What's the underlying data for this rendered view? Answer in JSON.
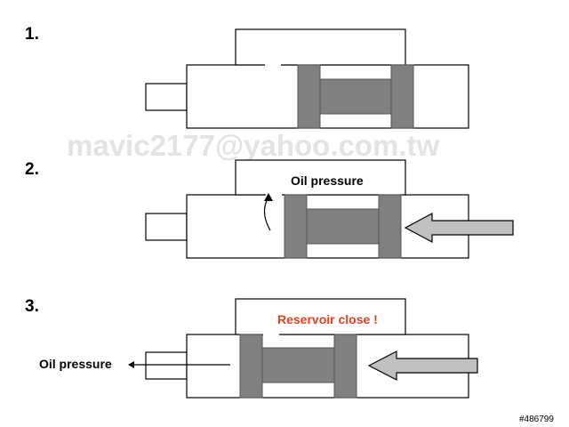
{
  "steps": [
    {
      "number": "1.",
      "label": ""
    },
    {
      "number": "2.",
      "label": "Oil pressure"
    },
    {
      "number": "3.",
      "label": "Reservoir close !",
      "outlet_label": "Oil pressure"
    }
  ],
  "watermark": "mavic2177@yahoo.com.tw",
  "image_id": "#486799",
  "colors": {
    "outline": "#000000",
    "piston": "#808080",
    "piston_stroke": "#555555",
    "arrow_fill": "#c0c0c0",
    "alert": "#e8401c",
    "watermark": "#e3e3e3"
  }
}
